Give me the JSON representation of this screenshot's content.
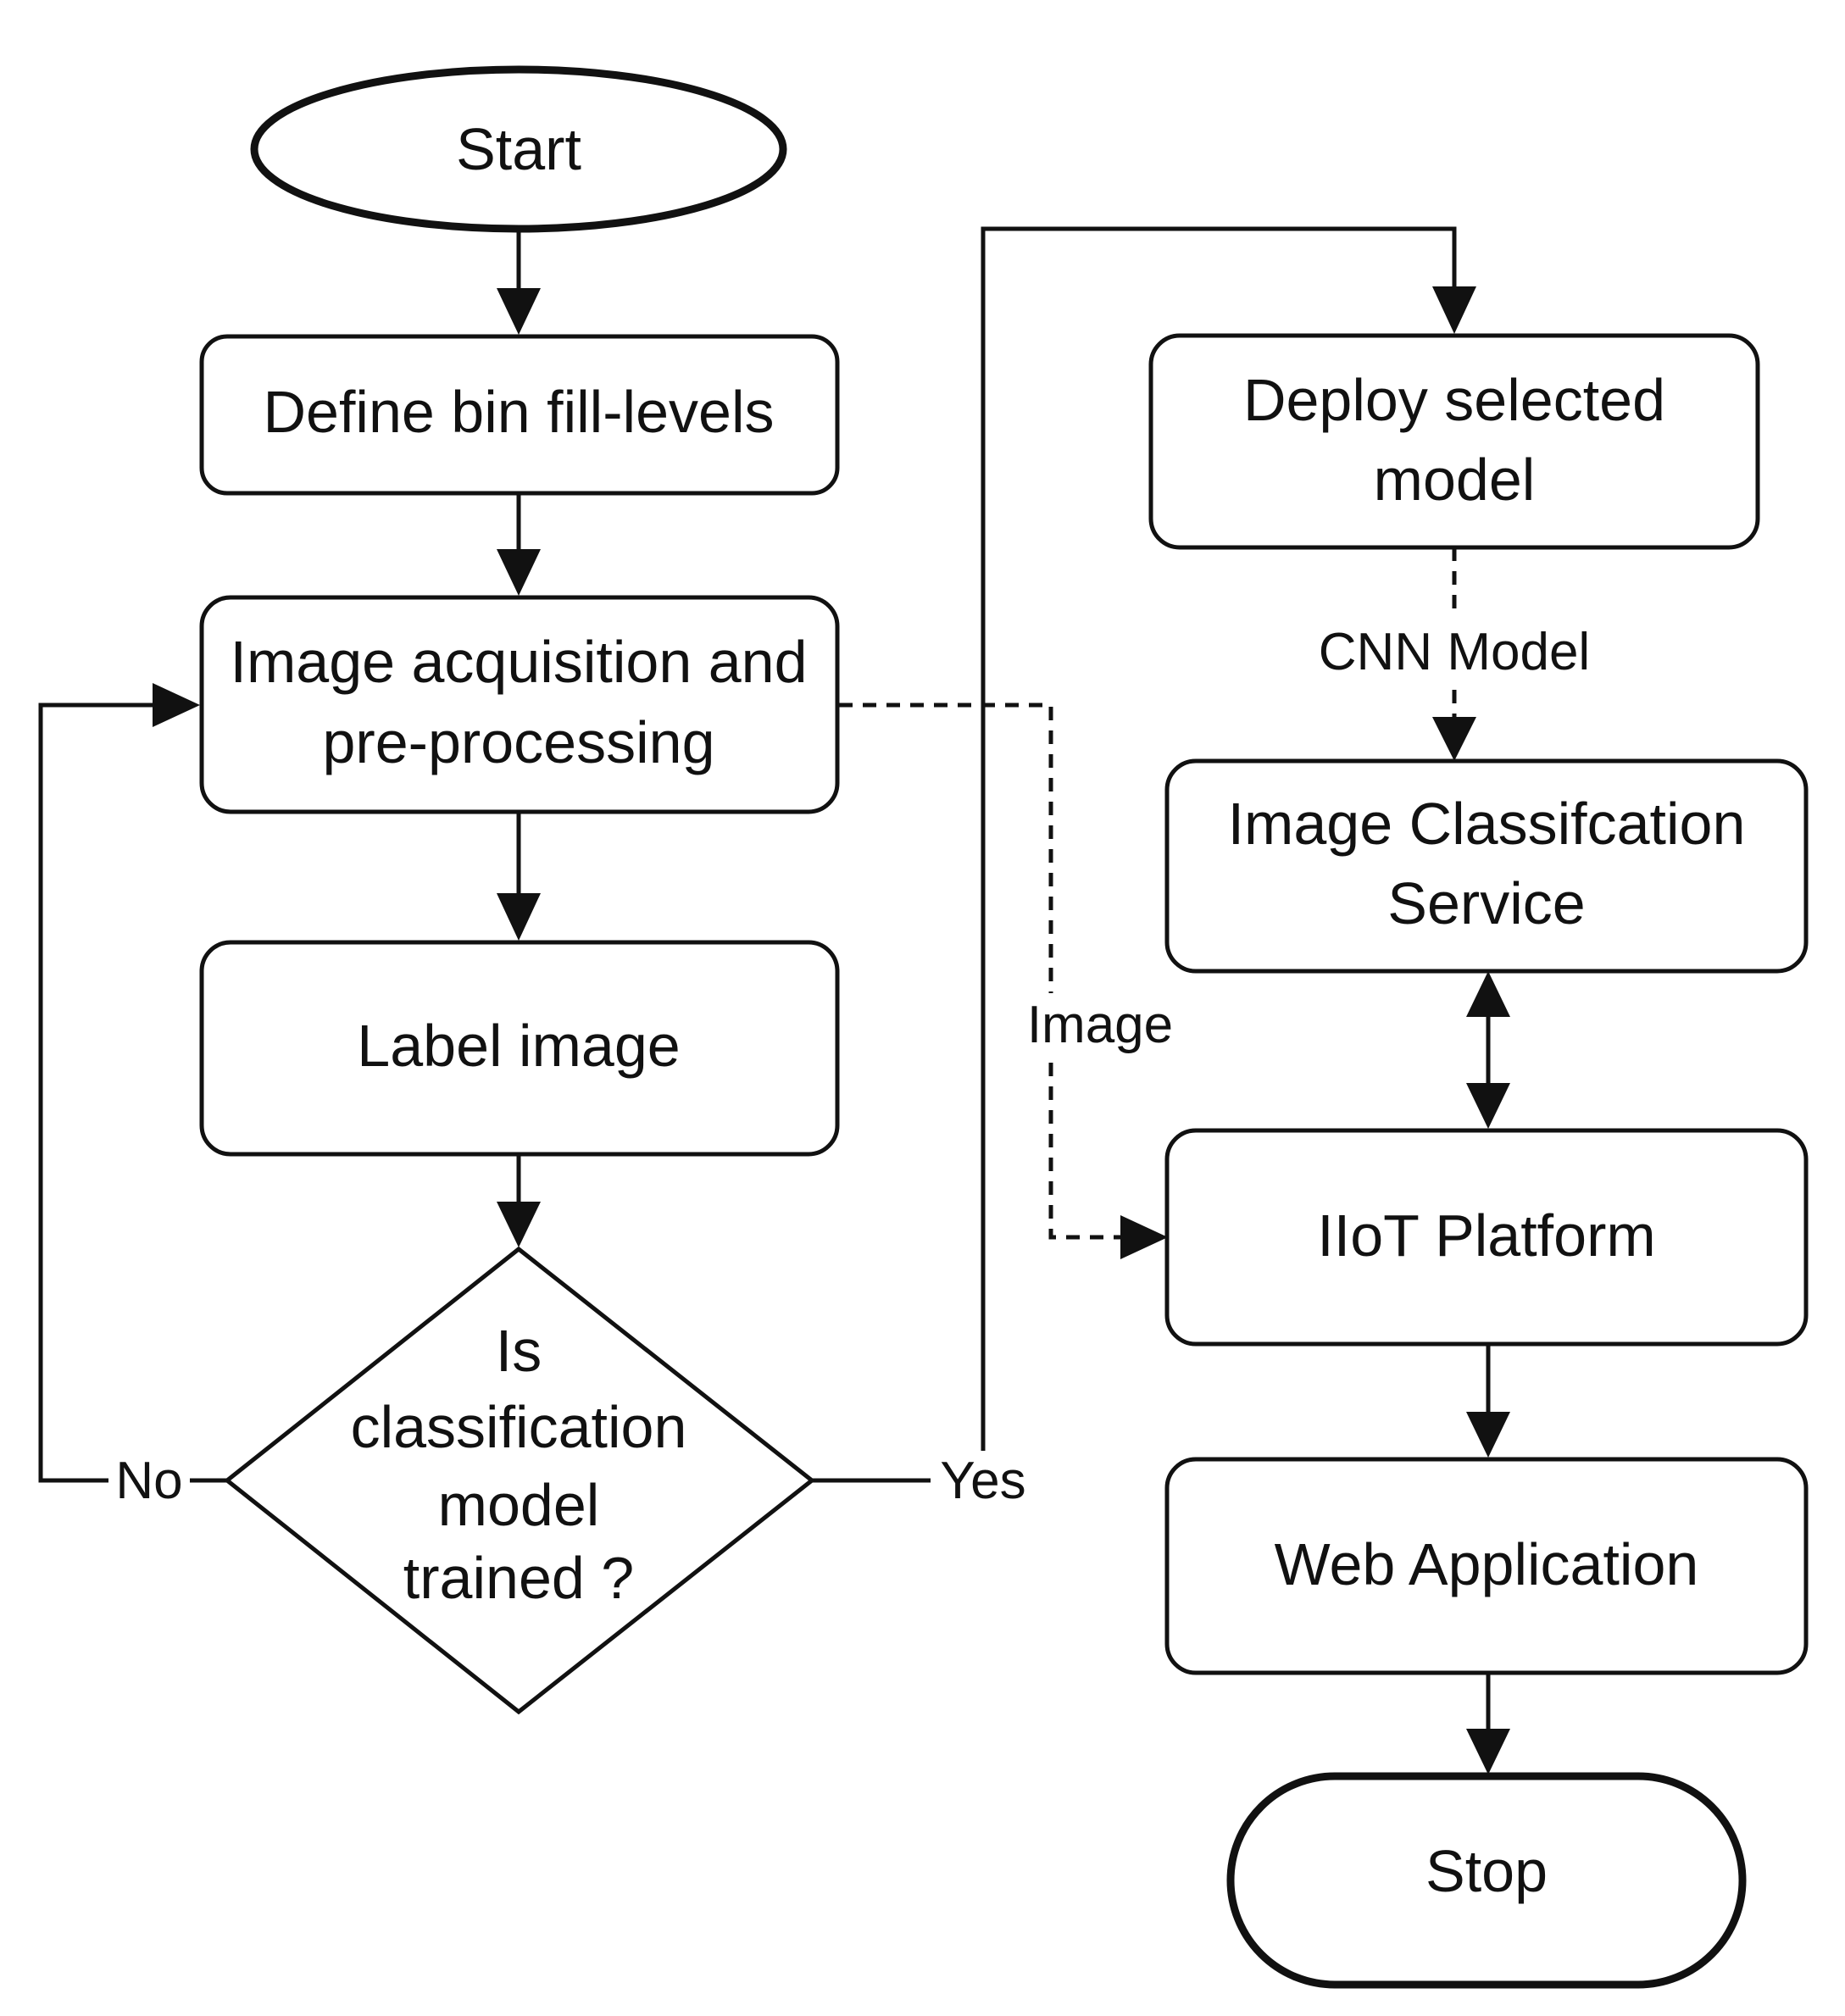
{
  "nodes": {
    "start": "Start",
    "define_bin": "Define bin fill-levels",
    "image_acq": [
      "Image acquisition and",
      "pre-processing"
    ],
    "label_image": "Label image",
    "decision": [
      "Is",
      "classification",
      "model",
      "trained ?"
    ],
    "deploy": [
      "Deploy selected",
      "model"
    ],
    "ics": [
      "Image Classifcation",
      "Service"
    ],
    "iiot": "IIoT Platform",
    "web_app": "Web Application",
    "stop": "Stop"
  },
  "edge_labels": {
    "no": "No",
    "yes": "Yes",
    "image": "Image",
    "cnn_model": "CNN Model"
  }
}
